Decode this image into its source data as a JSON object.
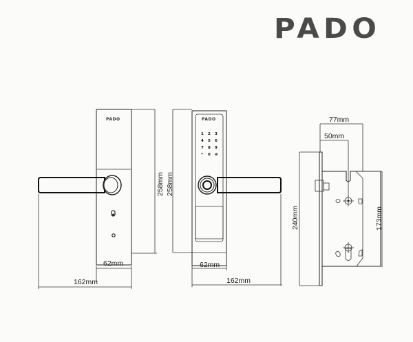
{
  "brand": {
    "logo_text": "PADO",
    "plate_logo": "PADO",
    "color": "#4a4a4a"
  },
  "views": {
    "back_view": {
      "height_label": "258mm",
      "plate_width_label": "62mm",
      "total_width_label": "162mm"
    },
    "front_view": {
      "height_label": "258mm",
      "plate_width_label": "62mm",
      "total_width_label": "162mm",
      "keypad": [
        "1",
        "2",
        "3",
        "4",
        "5",
        "6",
        "7",
        "8",
        "9",
        "*",
        "0",
        "#"
      ]
    },
    "mortise_view": {
      "backset_total_label": "77mm",
      "backset_label": "50mm",
      "faceplate_height_label": "240mm",
      "body_height_label": "173mm"
    }
  }
}
